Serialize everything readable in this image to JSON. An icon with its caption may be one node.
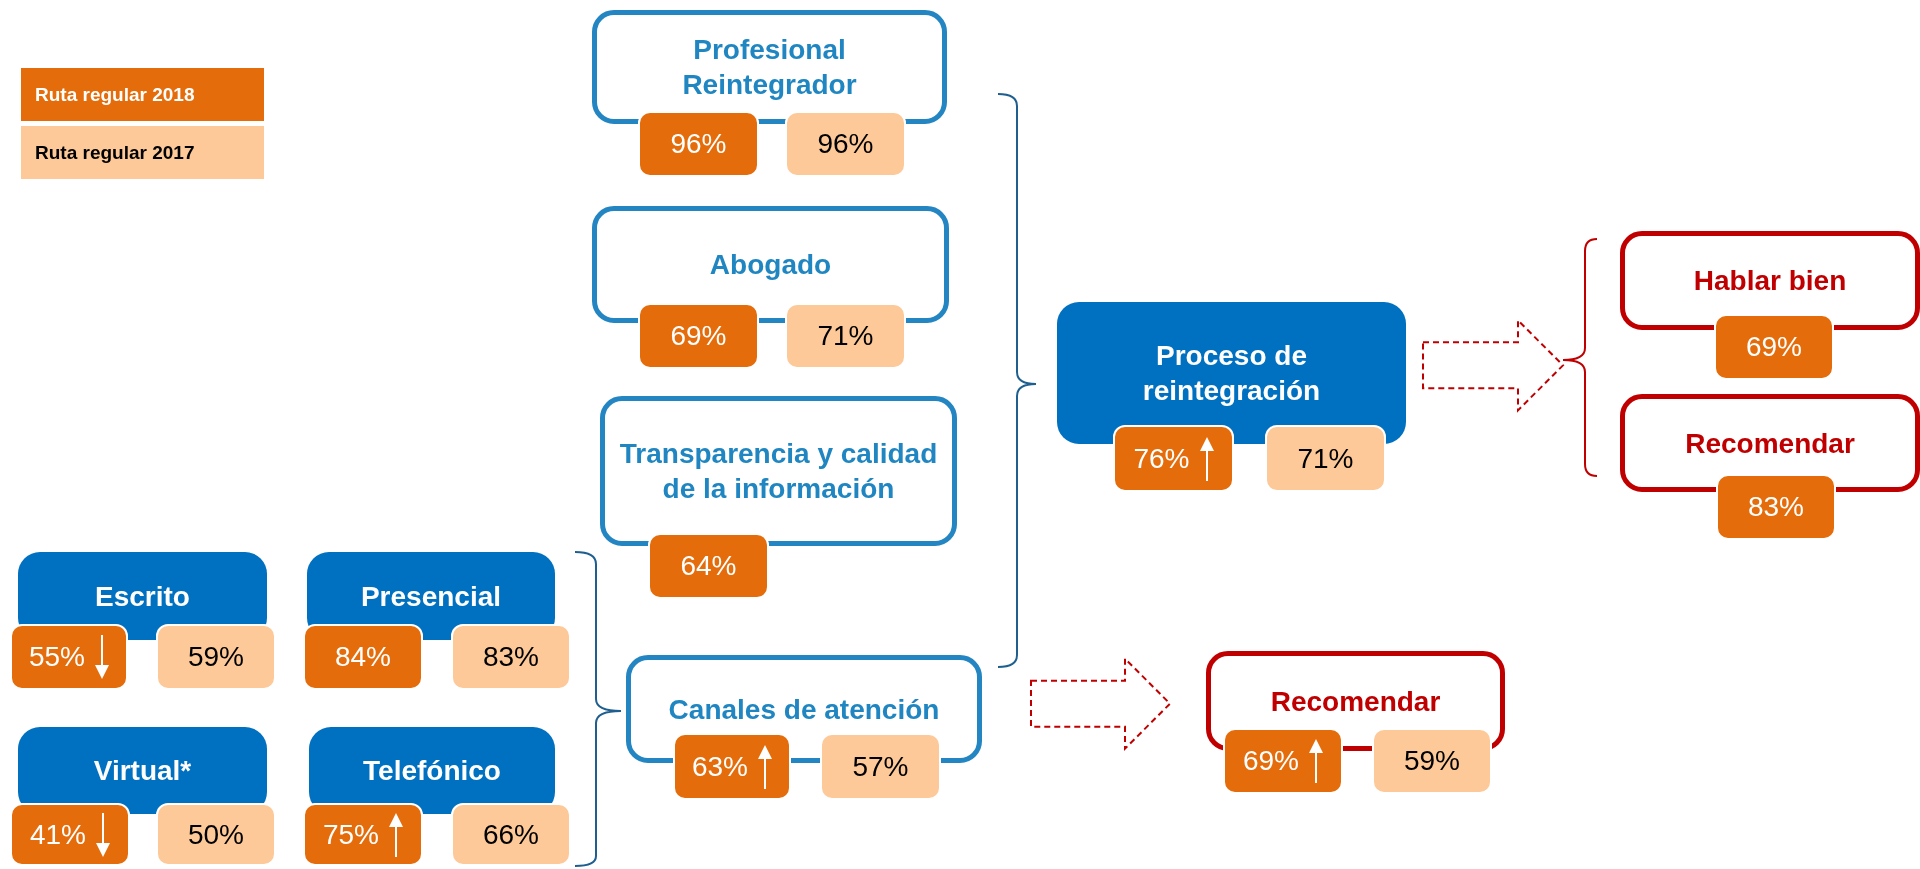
{
  "diagram": {
    "nodes": [
      {
        "text": [
          "Profesional Reintegrador"
        ]
      },
      {
        "text": [
          "96%"
        ]
      },
      {
        "text": [
          "96%"
        ]
      },
      {
        "text": [
          "Abogado"
        ]
      },
      {
        "text": [
          "69%"
        ]
      },
      {
        "text": [
          "71%"
        ]
      },
      {
        "text": [
          "Transparencia y calidad de la información"
        ]
      },
      {
        "text": [
          "64%"
        ]
      },
      {
        "text": [
          "Proceso de reintegración"
        ]
      },
      {
        "text": [
          "76%"
        ]
      },
      {
        "text": [
          "71%"
        ]
      },
      {
        "text": [
          "Hablar bien"
        ]
      },
      {
        "text": [
          "69%"
        ]
      },
      {
        "text": [
          "Recomendar"
        ]
      },
      {
        "text": [
          "83%"
        ]
      },
      {
        "text": [
          "Escrito"
        ]
      },
      {
        "text": [
          "55%"
        ]
      },
      {
        "text": [
          "59%"
        ]
      },
      {
        "text": [
          "Presencial"
        ]
      },
      {
        "text": [
          "84%"
        ]
      },
      {
        "text": [
          "83%"
        ]
      },
      {
        "text": [
          "Canales de atención"
        ]
      },
      {
        "text": [
          "63%"
        ]
      },
      {
        "text": [
          "57%"
        ]
      },
      {
        "text": [
          "Recomendar"
        ]
      },
      {
        "text": [
          "69%"
        ]
      },
      {
        "text": [
          "59%"
        ]
      },
      {
        "text": [
          "Virtual*"
        ]
      },
      {
        "text": [
          "41%"
        ]
      },
      {
        "text": [
          "50%"
        ]
      },
      {
        "text": [
          "Telefónico"
        ]
      },
      {
        "text": [
          "75%"
        ]
      },
      {
        "text": [
          "66%"
        ]
      }
    ],
    "edges": [
      {
        "from": 8,
        "to": 11,
        "arrow": "to",
        "style": "dashed",
        "color": "#c00000"
      },
      {
        "from": 8,
        "to": 13,
        "arrow": "to",
        "style": "dashed",
        "color": "#c00000"
      },
      {
        "from": 21,
        "to": 24,
        "arrow": "to",
        "style": "dashed",
        "color": "#c00000"
      }
    ],
    "legend": [
      {
        "text": "Ruta regular 2018",
        "color": "#e46c0a"
      },
      {
        "text": "Ruta regular 2017",
        "color": "#fdc998"
      }
    ]
  }
}
